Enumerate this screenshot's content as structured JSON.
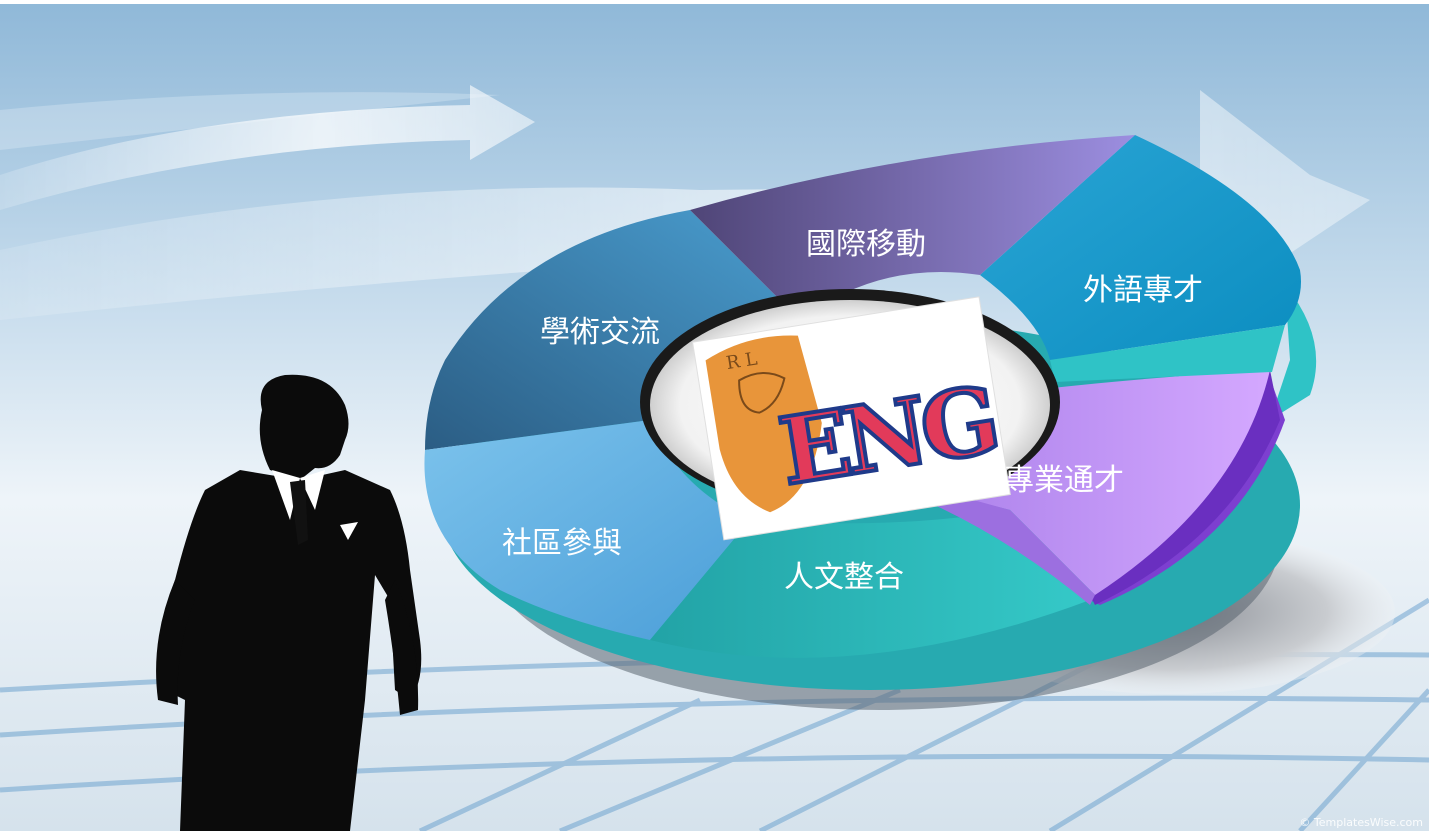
{
  "diagram": {
    "segments": [
      {
        "id": "guoji",
        "label": "國際移動",
        "color": "#7b70b8"
      },
      {
        "id": "waiyu",
        "label": "外語專才",
        "color": "#0e9dce"
      },
      {
        "id": "zhuanye",
        "label": "專業通才",
        "color": "#c39af0"
      },
      {
        "id": "renwen",
        "label": "人文整合",
        "color": "#2bb6b8"
      },
      {
        "id": "shequ",
        "label": "社區參與",
        "color": "#5aaee0"
      },
      {
        "id": "xueshu",
        "label": "學術交流",
        "color": "#3d7fb0"
      }
    ],
    "center_logo_text": "ENG",
    "center_logo_small_letters": "R L"
  },
  "footer": {
    "credit": "© TemplatesWise.com"
  },
  "colors": {
    "sky_top": "#9cc3e0",
    "sky_mid": "#e6f0f8",
    "floor": "#dbe6ef",
    "silhouette": "#0b0b0b"
  },
  "icons": {
    "silhouette": "businessman-silhouette",
    "background_arrows": "arrow-shapes",
    "logo": "eng-logo"
  }
}
